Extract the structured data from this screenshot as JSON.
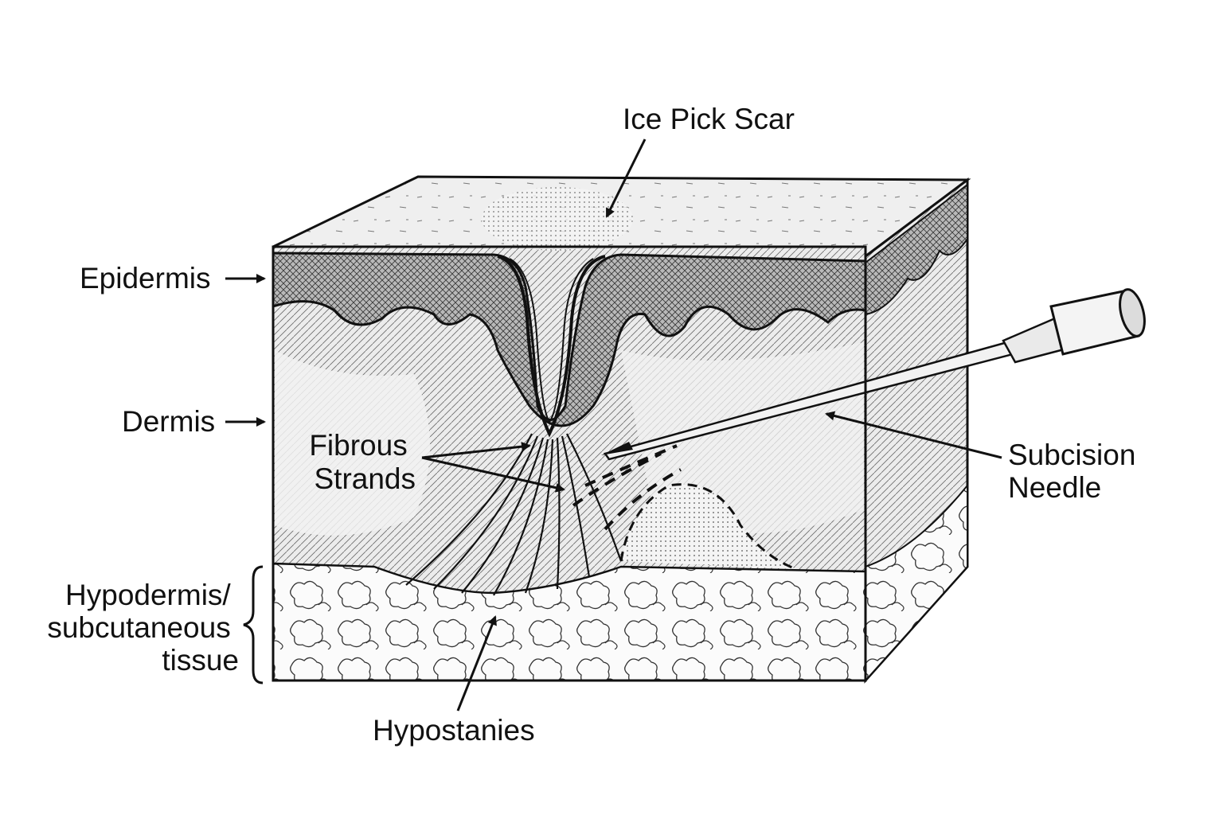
{
  "labels": {
    "ice_pick_scar": "Ice Pick Scar",
    "epidermis": "Epidermis",
    "dermis": "Dermis",
    "fibrous_strands": [
      "Fibrous",
      "Strands"
    ],
    "subcision_needle": [
      "Subcision",
      "Needle"
    ],
    "hypodermis": [
      "Hypodermis/",
      "subcutaneous",
      "tissue"
    ],
    "hypostanies": "Hypostanies"
  },
  "colors": {
    "ink": "#111111",
    "background": "#ffffff",
    "epidermis_fill": "#9a9a9a",
    "dermis_fill": "#e6e6e6",
    "hypodermis_fill": "#fafafa"
  }
}
